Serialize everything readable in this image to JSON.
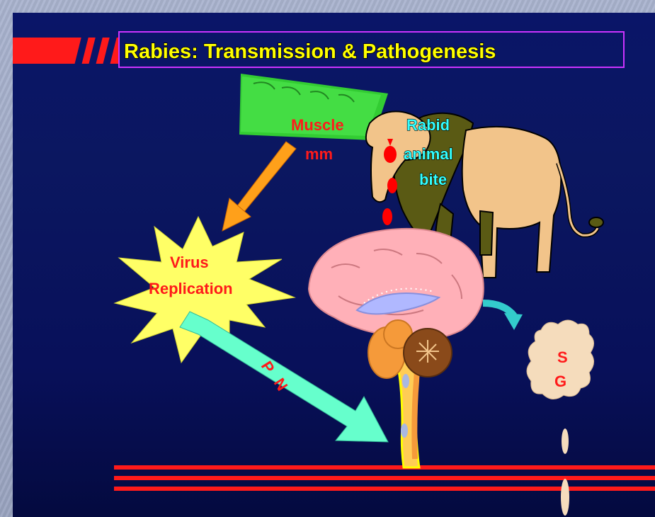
{
  "slide": {
    "title": "Rabies: Transmission & Pathogenesis",
    "labels": {
      "muscle": "Muscle",
      "mm": "mm",
      "rabid": "Rabid",
      "animal": "animal",
      "bite": "bite",
      "virus": "Virus",
      "replication": "Replication",
      "pn_p": "P",
      "pn_n": "N",
      "sg_s": "S",
      "sg_g": "G"
    }
  },
  "colors": {
    "title_text": "#ffff00",
    "title_border": "#cc33ff",
    "red_label": "#ff1a1a",
    "cyan_label": "#33ffff",
    "burst_fill": "#ffff66",
    "nerve_arrow": "#66ffcc",
    "spinal_lines": "#ff1a1a"
  }
}
